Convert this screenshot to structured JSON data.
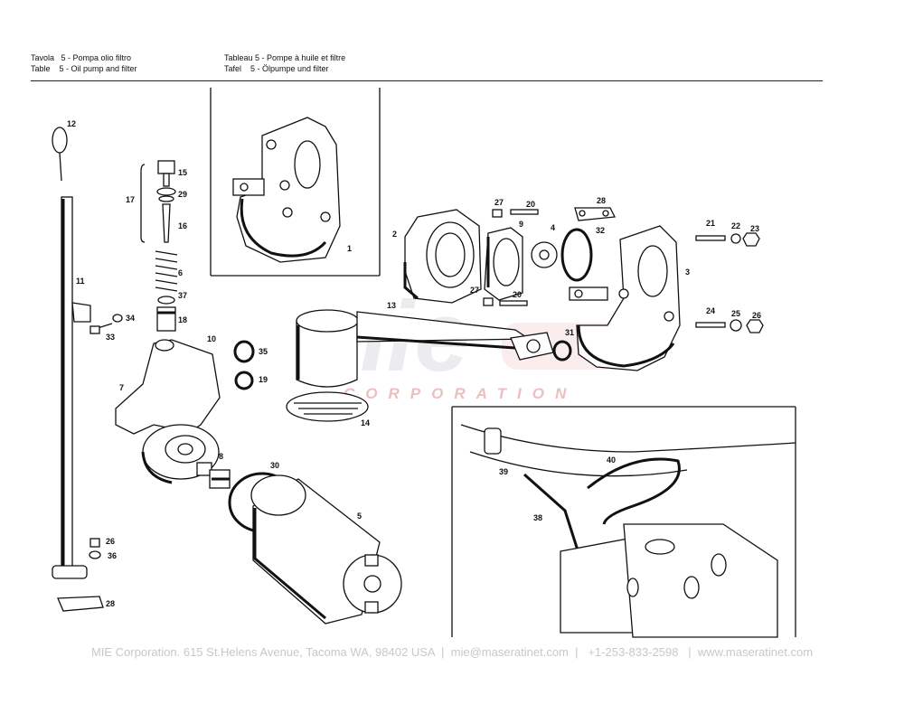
{
  "header": {
    "it": "Tavola   5 - Pompa olio filtro",
    "en": "Table    5 - Oil pump and filter",
    "fr": "Tableau 5 - Pompe à huile et filtre",
    "de": "Tafel    5 - Ölpumpe und filter"
  },
  "callouts": [
    "1",
    "2",
    "3",
    "4",
    "5",
    "6",
    "7",
    "8",
    "9",
    "10",
    "11",
    "12",
    "13",
    "14",
    "15",
    "16",
    "17",
    "18",
    "19",
    "20",
    "20",
    "21",
    "22",
    "23",
    "24",
    "25",
    "26",
    "26",
    "27",
    "27",
    "28",
    "28",
    "29",
    "30",
    "31",
    "32",
    "33",
    "34",
    "35",
    "36",
    "37",
    "38",
    "39",
    "40"
  ],
  "watermark": {
    "logo": "mie",
    "corporation": "CORPORATION",
    "color": "#e0e0e8",
    "accent": "#e8a0a0"
  },
  "footer": {
    "text": "MIE Corporation. 615 St.Helens Avenue, Tacoma WA, 98402 USA  |  mie@maseratinet.com  |   +1-253-833-2598   |  www.maseratinet.com"
  }
}
